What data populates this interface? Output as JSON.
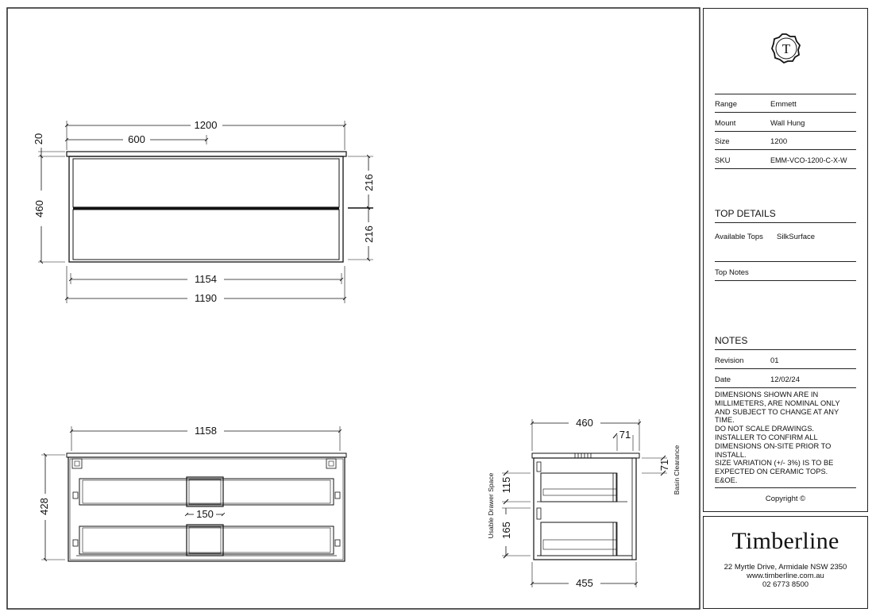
{
  "drawing": {
    "front": {
      "overall_width": "1200",
      "half_width": "600",
      "top_thickness": "20",
      "body_height": "460",
      "drawer1_height": "216",
      "drawer2_height": "216",
      "inner_width": "1154",
      "body_width": "1190"
    },
    "section": {
      "width": "1158",
      "height": "428",
      "gap_width": "150"
    },
    "side": {
      "depth_top": "460",
      "basin_offset_top": "71",
      "basin_offset_side": "71",
      "basin_clearance_label": "Basin Clearance",
      "drawer_space_label": "Usable Drawer Space",
      "upper_space": "115",
      "lower_space": "165",
      "depth_bottom": "455"
    }
  },
  "title_block": {
    "logo_letter": "T",
    "specs": [
      {
        "key": "Range",
        "value": "Emmett"
      },
      {
        "key": "Mount",
        "value": "Wall Hung"
      },
      {
        "key": "Size",
        "value": "1200"
      },
      {
        "key": "SKU",
        "value": "EMM-VCO-1200-C-X-W"
      }
    ],
    "top_details_heading": "TOP DETAILS",
    "available_tops_label": "Available Tops",
    "available_tops_value": "SilkSurface",
    "top_notes_label": "Top Notes",
    "notes_heading": "NOTES",
    "revision_label": "Revision",
    "revision_value": "01",
    "date_label": "Date",
    "date_value": "12/02/24",
    "disclaimer": "DIMENSIONS SHOWN ARE IN MILLIMETERS, ARE NOMINAL ONLY AND SUBJECT TO CHANGE AT ANY TIME.\nDO NOT SCALE DRAWINGS.\nINSTALLER TO CONFIRM ALL DIMENSIONS ON-SITE PRIOR TO INSTALL.\nSIZE VARIATION (+/- 3%) IS TO BE EXPECTED ON CERAMIC TOPS.\nE&OE.",
    "copyright": "Copyright ©"
  },
  "company": {
    "name": "Timberline",
    "address": "22 Myrtle Drive, Armidale NSW 2350",
    "website": "www.timberline.com.au",
    "phone": "02 6773 8500"
  }
}
